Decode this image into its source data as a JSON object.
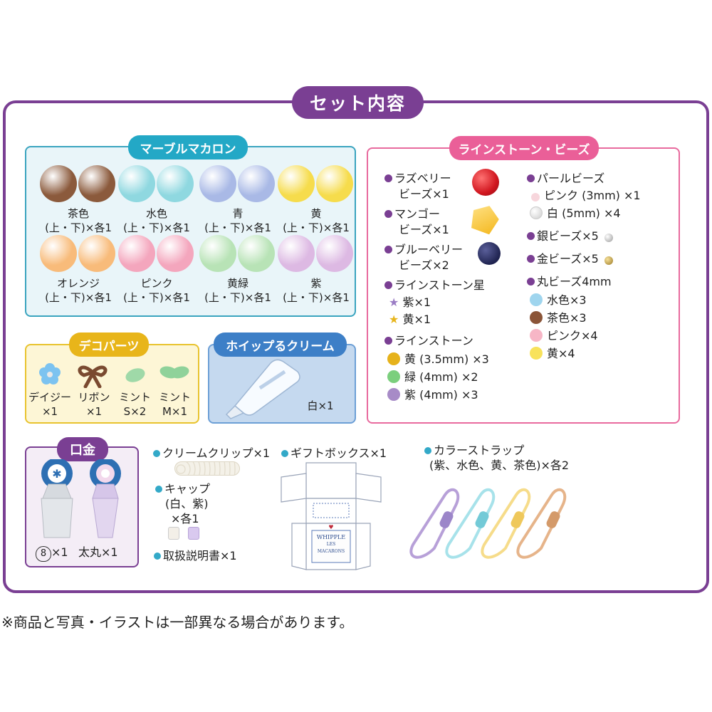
{
  "title": "セット内容",
  "macaron": {
    "header": "マーブルマカロン",
    "items": [
      {
        "name": "茶色",
        "qty": "(上・下)×各1",
        "color": "#8b5a3c"
      },
      {
        "name": "水色",
        "qty": "(上・下)×各1",
        "color": "#8fd8e0"
      },
      {
        "name": "青",
        "qty": "(上・下)×各1",
        "color": "#a9b9e6"
      },
      {
        "name": "黄",
        "qty": "(上・下)×各1",
        "color": "#f6dc4c"
      },
      {
        "name": "オレンジ",
        "qty": "(上・下)×各1",
        "color": "#f8bb7a"
      },
      {
        "name": "ピンク",
        "qty": "(上・下)×各1",
        "color": "#f4a6bd"
      },
      {
        "name": "黄緑",
        "qty": "(上・下)×各1",
        "color": "#b8e3b6"
      },
      {
        "name": "紫",
        "qty": "(上・下)×各1",
        "color": "#ddb9e3"
      }
    ]
  },
  "rhinestone": {
    "header": "ラインストーン・ビーズ",
    "left": [
      {
        "l1": "ラズベリー",
        "l2": "ビーズ×1",
        "color": "#e0232b"
      },
      {
        "l1": "マンゴー",
        "l2": "ビーズ×1",
        "color": "#f6c234"
      },
      {
        "l1": "ブルーベリー",
        "l2": "ビーズ×2",
        "color": "#252a5c"
      }
    ],
    "star_title": "ラインストーン星",
    "star_items": [
      "紫×1",
      "黄×1"
    ],
    "stone_title": "ラインストーン",
    "stone_items": [
      {
        "text": "黄 (3.5mm) ×3",
        "color": "#e6b21b"
      },
      {
        "text": "緑 (4mm) ×2",
        "color": "#7bcf7d"
      },
      {
        "text": "紫 (4mm) ×3",
        "color": "#a78bc7"
      }
    ],
    "pearl_title": "パールビーズ",
    "pearl_items": [
      {
        "text": "ピンク (3mm) ×1",
        "color": "#f7d6dc"
      },
      {
        "text": "白 (5mm) ×4",
        "color": "#efefef"
      }
    ],
    "silver": "銀ビーズ×5",
    "gold": "金ビーズ×5",
    "round_title": "丸ビーズ4mm",
    "round_items": [
      {
        "text": "水色×3",
        "color": "#9fd5ee"
      },
      {
        "text": "茶色×3",
        "color": "#8b5538"
      },
      {
        "text": "ピンク×4",
        "color": "#f7b6c6"
      },
      {
        "text": "黄×4",
        "color": "#f8e25b"
      }
    ]
  },
  "deco": {
    "header": "デコパーツ",
    "items": [
      {
        "l1": "デイジー",
        "l2": "×1"
      },
      {
        "l1": "リボン",
        "l2": "×1"
      },
      {
        "l1": "ミント",
        "l2": "S×2"
      },
      {
        "l1": "ミント",
        "l2": "M×1"
      }
    ]
  },
  "whip": {
    "header": "ホイップるクリーム",
    "qty": "白×1"
  },
  "kuchigane": {
    "header": "口金",
    "item1": "×1",
    "item1_num": "8",
    "item2": "太丸×1"
  },
  "misc": {
    "clip": "クリームクリップ×1",
    "cap_l1": "キャップ",
    "cap_l2": "(白、紫)",
    "cap_l3": "×各1",
    "manual": "取扱説明書×1",
    "giftbox": "ギフトボックス×1",
    "box_brand": "WHIPPLE",
    "box_sub": "LES MACARONS",
    "strap_l1": "カラーストラップ",
    "strap_l2": "(紫、水色、黄、茶色)×各2"
  },
  "note": "※商品と写真・イラストは一部異なる場合があります。"
}
